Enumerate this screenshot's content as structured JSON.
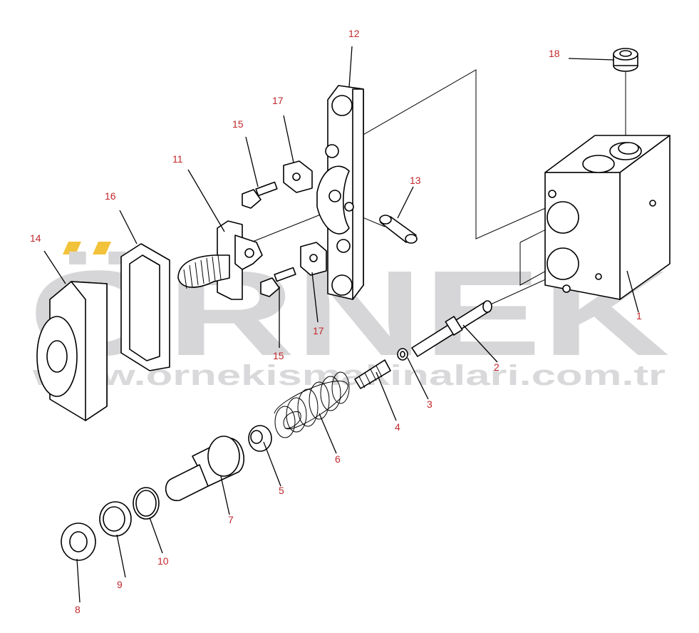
{
  "watermark": {
    "brand": "ÖRNEK",
    "website": "www.ornekismakinalari.com.tr",
    "accent_color": "#f2c23a",
    "text_color": "#d6d6d8"
  },
  "callouts": {
    "c1": "1",
    "c2": "2",
    "c3": "3",
    "c4": "4",
    "c5": "5",
    "c6": "6",
    "c7": "7",
    "c8": "8",
    "c9": "9",
    "c10": "10",
    "c11": "11",
    "c12": "12",
    "c13": "13",
    "c14": "14",
    "c15a": "15",
    "c15b": "15",
    "c16": "16",
    "c17a": "17",
    "c17b": "17",
    "c18": "18"
  },
  "callout_color": "#c0282c"
}
